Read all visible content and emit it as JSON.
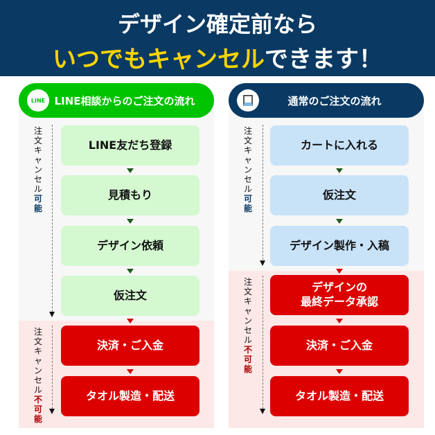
{
  "header": {
    "line1": "デザイン確定前なら",
    "line2_highlight": "いつでもキャンセル",
    "line2_rest": "できます！"
  },
  "left": {
    "title": "LINE相談からのご注文の流れ",
    "icon_text": "LINE",
    "cancel_ok": {
      "prefix": "注文キャンセル",
      "suffix": "可能"
    },
    "cancel_ng": {
      "prefix": "注文キャンセル",
      "suffix": "不可能"
    },
    "steps": [
      "LINE友だち登録",
      "見積もり",
      "デザイン依頼",
      "仮注文",
      "決済・ご入金",
      "タオル製造・配送"
    ]
  },
  "right": {
    "title": "通常のご注文の流れ",
    "cancel_ok": {
      "prefix": "注文キャンセル",
      "suffix": "可能"
    },
    "cancel_ng": {
      "prefix": "注文キャンセル",
      "suffix": "不可能"
    },
    "steps": [
      "カートに入れる",
      "仮注文",
      "デザイン製作・入稿",
      "デザインの\n最終データ承認",
      "決済・ご入金",
      "タオル製造・配送"
    ]
  },
  "colors": {
    "navy": "#0a3a63",
    "line_green": "#00c300",
    "yellow": "#ffd400",
    "red": "#dd0000"
  }
}
